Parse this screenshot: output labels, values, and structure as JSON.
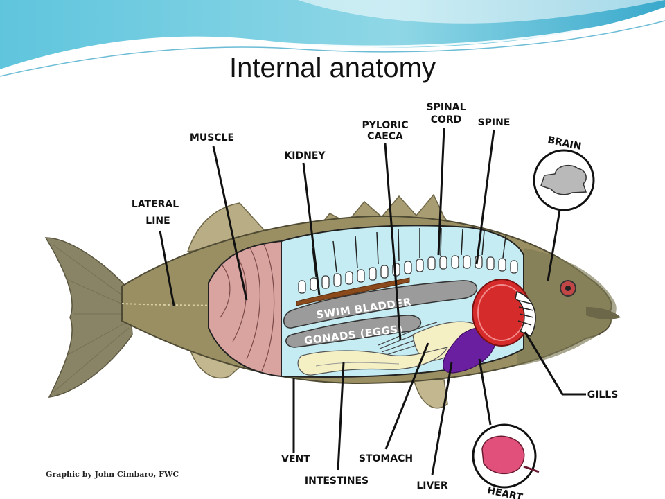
{
  "slide": {
    "title": "Internal anatomy"
  },
  "labels": {
    "muscle": "MUSCLE",
    "kidney": "KIDNEY",
    "pyloric_caeca_line1": "PYLORIC",
    "pyloric_caeca_line2": "CAECA",
    "spinal_cord_line1": "SPINAL",
    "spinal_cord_line2": "CORD",
    "spine": "SPINE",
    "brain": "BRAIN",
    "lateral_line_line1": "LATERAL",
    "lateral_line_line2": "LINE",
    "swim_bladder": "SWIM BLADDER",
    "gonads": "GONADS (EGGS)",
    "gills": "GILLS",
    "vent": "VENT",
    "intestines": "INTESTINES",
    "stomach": "STOMACH",
    "liver": "LIVER",
    "heart": "HEART"
  },
  "credit": "Graphic by John Cimbaro, FWC",
  "colors": {
    "header_teal": "#3fb6d6",
    "fish_body": "#9a8f62",
    "muscle": "#d9a3a0",
    "body_cavity": "#c4ecf2",
    "swim_bladder": "#9b9b9b",
    "kidney": "#8b4a1c",
    "gills": "#d62b2b",
    "liver": "#6a1fa0",
    "heart": "#e0507a",
    "intestines": "#f5efc4"
  }
}
